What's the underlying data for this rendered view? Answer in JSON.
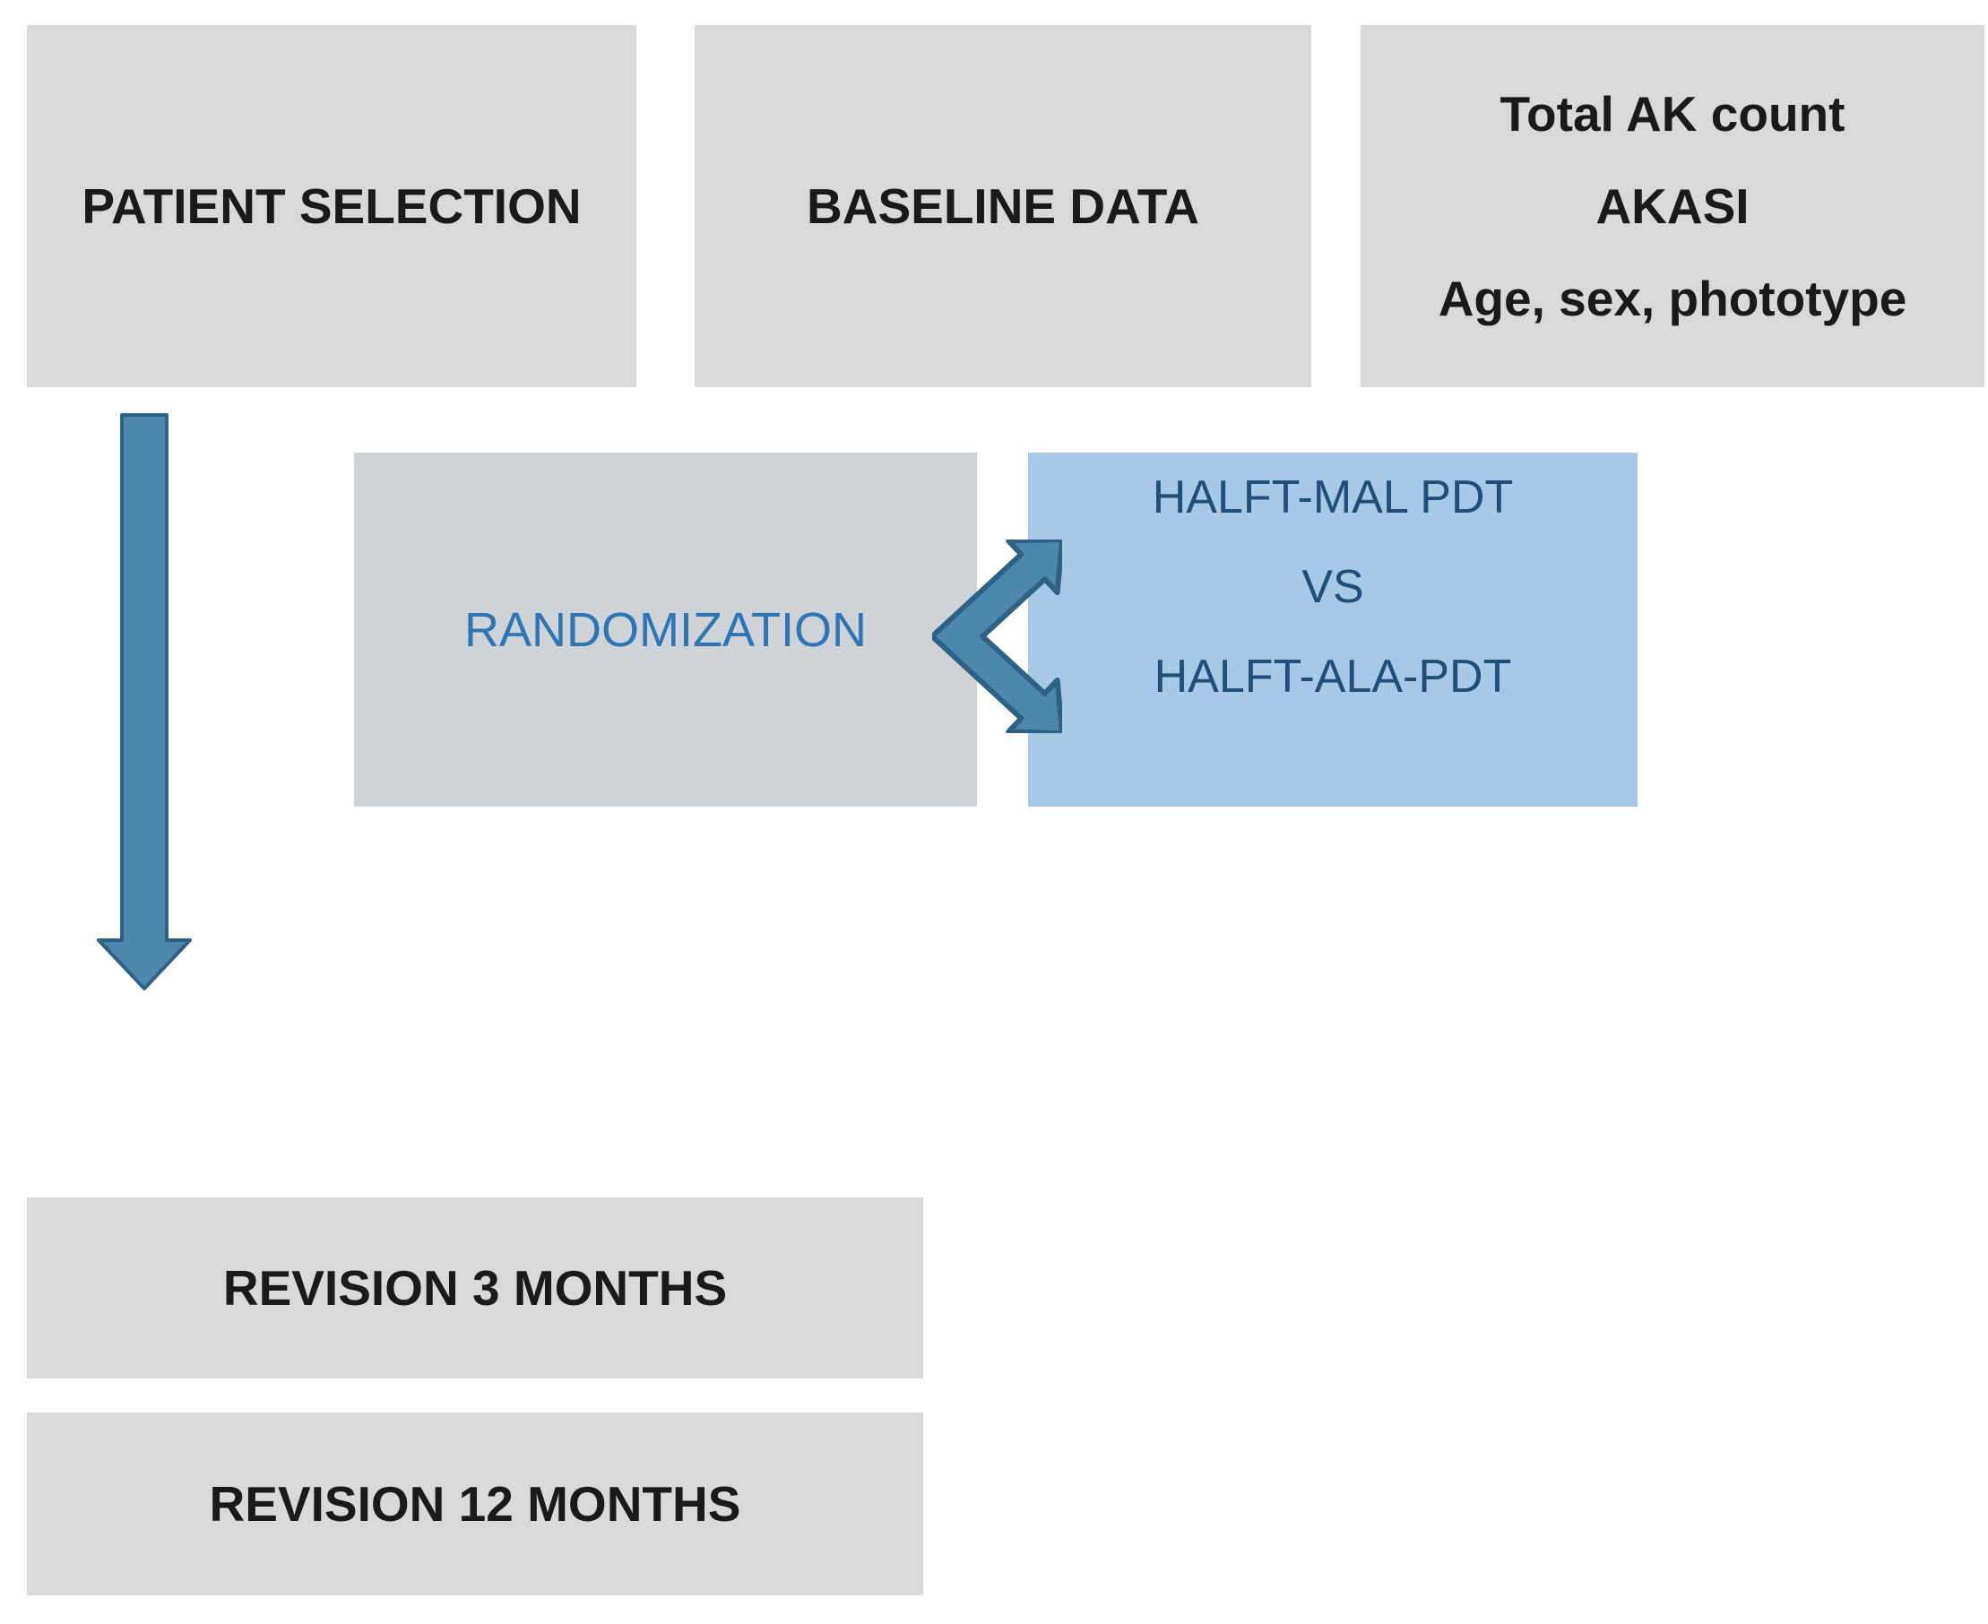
{
  "diagram": {
    "title": "study-flow",
    "patient_selection": {
      "label": "PATIENT SELECTION"
    },
    "baseline_data": {
      "label": "BASELINE DATA"
    },
    "baseline_metrics": {
      "line1": "Total AK count",
      "line2": "AKASI",
      "line3": "Age, sex, phototype"
    },
    "randomization": {
      "label": "RANDOMIZATION"
    },
    "treatment_arms": {
      "line1": "HALFT-MAL PDT",
      "line2": "VS",
      "line3": "HALFT-ALA-PDT"
    },
    "revision_3": {
      "label": "REVISION 3 MONTHS"
    },
    "revision_12": {
      "label": "REVISION 12 MONTHS"
    },
    "icons": {
      "down_arrow": "↓",
      "split_arrow": "<"
    },
    "colors": {
      "box_gray": "#d9d9d9",
      "box_gray_dark": "#ced3d7",
      "box_blue": "#a6c9e7",
      "text_black": "#1a1a1a",
      "text_blue": "#2e75b6",
      "text_dark_blue": "#1f4e79",
      "arrow_fill": "#4d87ae",
      "arrow_stroke": "#2e6183"
    }
  }
}
